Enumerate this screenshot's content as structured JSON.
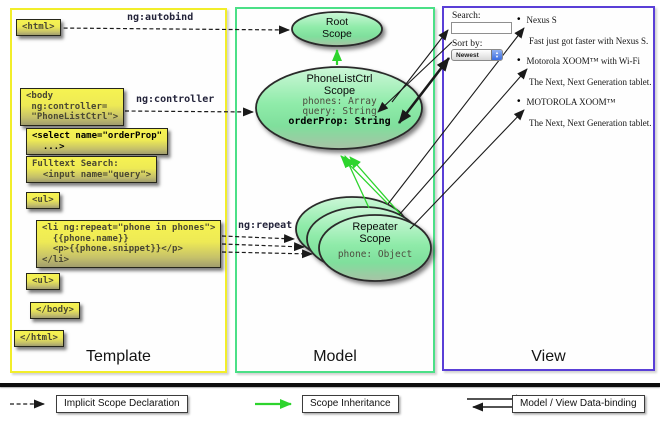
{
  "panels": {
    "template": "Template",
    "model": "Model",
    "view": "View"
  },
  "arrow_labels": {
    "autobind": "ng:autobind",
    "controller": "ng:controller",
    "repeat": "ng:repeat"
  },
  "template_code": [
    {
      "text": "<html>"
    },
    {
      "text": "<body\n ng:controller=\n \"PhoneListCtrl\">"
    },
    {
      "text": "<select name=\"orderProp\"\n  ...>"
    },
    {
      "text": "Fulltext Search:\n  <input name=\"query\">"
    },
    {
      "text": "<ul>"
    },
    {
      "text": "<li ng:repeat=\"phone in phones\">\n  {{phone.name}}\n  <p>{{phone.snippet}}</p>\n</li>"
    },
    {
      "text": "<ul>"
    },
    {
      "text": "</body>"
    },
    {
      "text": "</html>"
    }
  ],
  "scopes": {
    "root": {
      "title": "Root\nScope"
    },
    "ctrl": {
      "title": "PhoneListCtrl\nScope",
      "prop1": "phones: Array",
      "prop2": "query: String",
      "prop3": "orderProp: String"
    },
    "repeater": {
      "title": "Repeater\nScope",
      "prop1": "phone: Object"
    }
  },
  "view": {
    "search_label": "Search:",
    "search_value": "",
    "sort_label": "Sort by:",
    "sort_value": "Newest",
    "items": [
      {
        "name": "Nexus S",
        "snippet": "Fast just got faster with Nexus S."
      },
      {
        "name": "Motorola XOOM™ with Wi-Fi",
        "snippet": "The Next, Next Generation tablet."
      },
      {
        "name": "MOTOROLA XOOM™",
        "snippet": "The Next, Next Generation tablet."
      }
    ]
  },
  "legend": {
    "implicit": "Implicit Scope Declaration",
    "inheritance": "Scope Inheritance",
    "binding": "Model / View Data-binding"
  },
  "colors": {
    "template-border": "#f2ee2a",
    "model-border": "#4be087",
    "view-border": "#5a3fd7",
    "green-arrow": "#2dd42d",
    "code-box-top": "#f6f351",
    "code-box-bottom": "#a19d6d",
    "scope-fill-top": "#cdf7d8",
    "scope-fill-bottom": "#a9c2a6"
  }
}
